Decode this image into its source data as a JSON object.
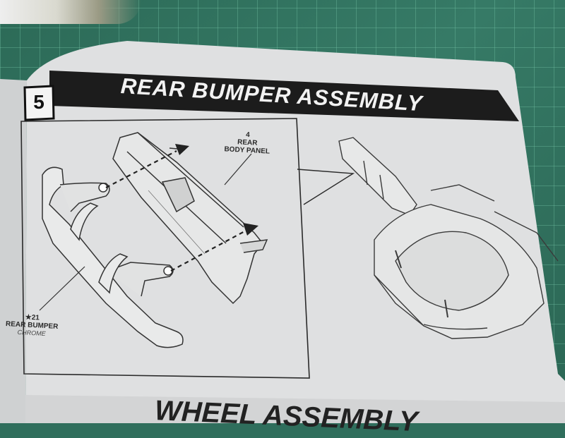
{
  "step": {
    "number": "5",
    "title": "REAR BUMPER ASSEMBLY"
  },
  "labels": {
    "rear_body_panel": {
      "part_number": "4",
      "line1": "REAR",
      "line2": "BODY PANEL"
    },
    "rear_bumper": {
      "part_number": "★21",
      "name": "REAR BUMPER",
      "finish": "CHROME"
    }
  },
  "next_step": {
    "title": "WHEEL ASSEMBLY"
  },
  "colors": {
    "mat": "#2f6e5c",
    "paper": "#dedfe0",
    "banner": "#1c1c1c",
    "ink": "#2a2a2a"
  }
}
